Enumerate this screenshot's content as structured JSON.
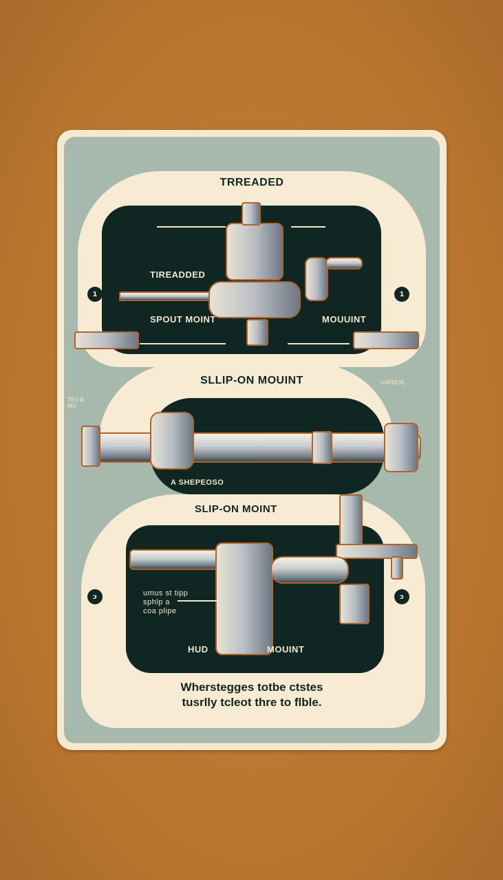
{
  "poster": {
    "colors": {
      "background": "#b8752f",
      "card_border": "#f6e9cf",
      "card_fill": "#a7b8ad",
      "cream": "#f7ebd3",
      "dark_panel": "#0f2622",
      "accent_copper": "#b0642a"
    },
    "section1": {
      "title": "TRREADED",
      "label_left_top": "TIREADDED",
      "label_left_bottom": "SPOUT MOINT",
      "label_right": "MOUUINT",
      "marker_left": "1",
      "marker_right": "1"
    },
    "section2": {
      "title": "SLLIP-ON MOUINT",
      "label_left": "TEU B\nMD",
      "label_right": "uonoɔL",
      "label_bottom": "A SHEPEOSO"
    },
    "section3": {
      "title": "SLIP-ON MOINT",
      "label_left": "umus st tipp\nsphlp a\ncoa plipe",
      "label_bottom_left": "HUD",
      "label_bottom_right": "MOUINT",
      "marker_left": "ɔ",
      "marker_right": "ɔ"
    },
    "caption": {
      "line1": "Wherstegges totbe ctstes",
      "line2": "tusrlly tcleot thre to flble."
    }
  }
}
